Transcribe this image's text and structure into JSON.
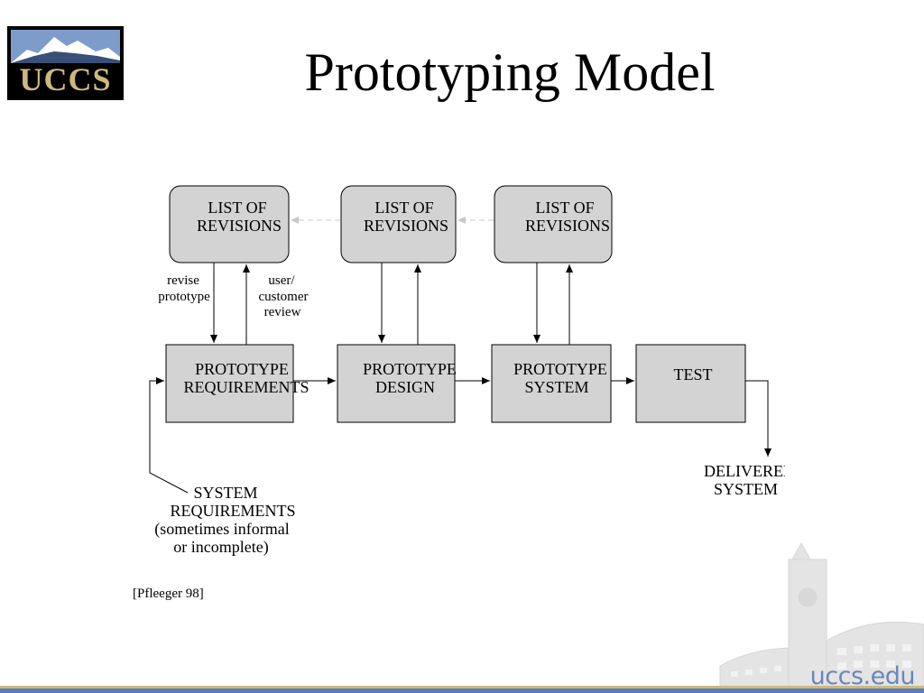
{
  "slide": {
    "title": "Prototyping Model",
    "logo_text": "UCCS",
    "footer_url": "uccs.edu",
    "colors": {
      "logo_bg": "#000000",
      "logo_gold": "#cfb87c",
      "box_fill": "#d3d3d3",
      "footer_blue": "#5b7db8",
      "footer_gold": "#cfb87c"
    }
  },
  "diagram": {
    "revision_boxes": [
      {
        "line1": "LIST OF",
        "line2": "REVISIONS"
      },
      {
        "line1": "LIST OF",
        "line2": "REVISIONS"
      },
      {
        "line1": "LIST OF",
        "line2": "REVISIONS"
      }
    ],
    "process_boxes": [
      {
        "line1": "PROTOTYPE",
        "line2": "REQUIREMENTS"
      },
      {
        "line1": "PROTOTYPE",
        "line2": "DESIGN"
      },
      {
        "line1": "PROTOTYPE",
        "line2": "SYSTEM"
      },
      {
        "line1": "TEST",
        "line2": ""
      }
    ],
    "revise_label": [
      "revise",
      "prototype"
    ],
    "review_label": [
      "user/",
      "customer",
      "review"
    ],
    "input_label": [
      "SYSTEM",
      "REQUIREMENTS",
      "(sometimes informal",
      "or incomplete)"
    ],
    "output_label": [
      "DELIVERED",
      "SYSTEM"
    ],
    "citation": "[Pfleeger 98]"
  }
}
